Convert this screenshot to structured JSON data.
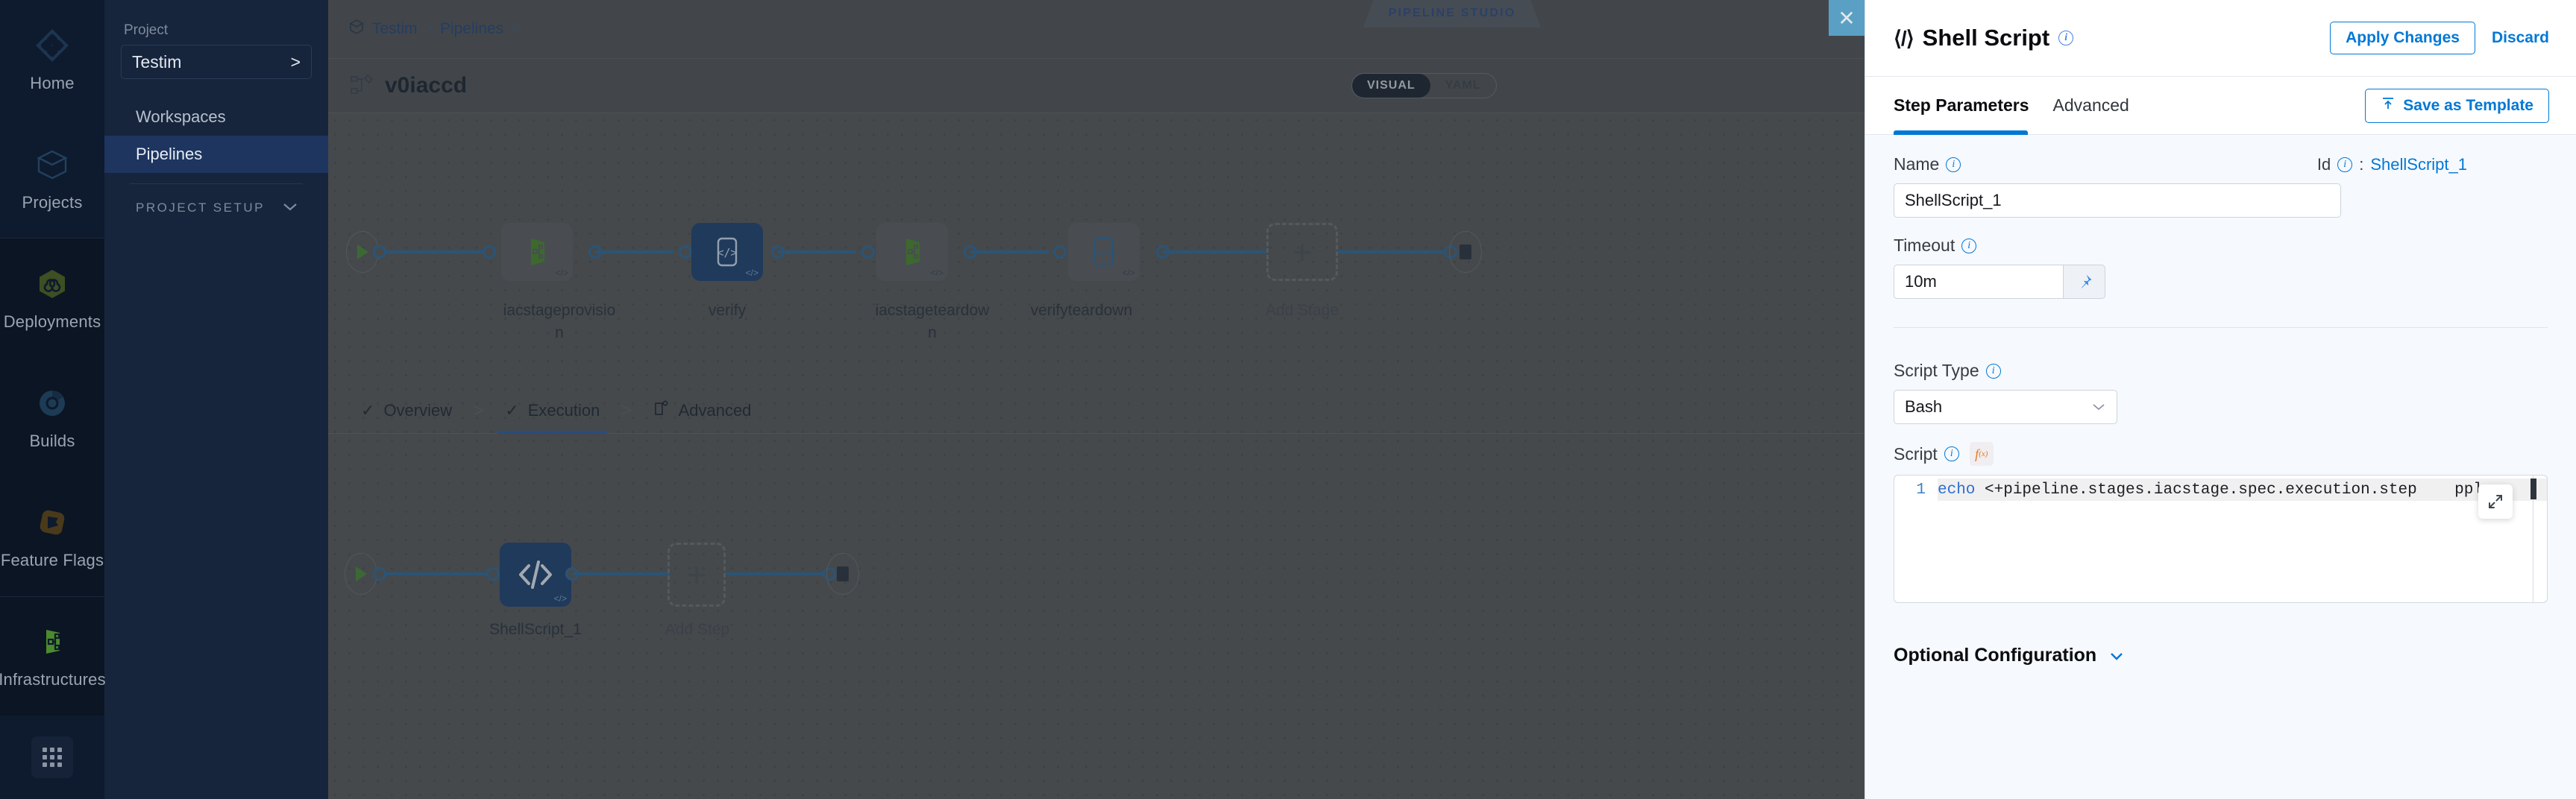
{
  "rail": {
    "items": [
      {
        "label": "Home",
        "icon": "home-diamond-icon"
      },
      {
        "label": "Projects",
        "icon": "projects-box-icon"
      },
      {
        "label": "Deployments",
        "icon": "deployments-infinity-icon"
      },
      {
        "label": "Builds",
        "icon": "builds-gear-icon"
      },
      {
        "label": "Feature Flags",
        "icon": "feature-flags-icon"
      },
      {
        "label": "Infrastructures",
        "icon": "infrastructures-icon"
      }
    ],
    "apps_icon": "grid-apps-icon"
  },
  "project_sidebar": {
    "project_label": "Project",
    "project_name": "Testim",
    "chevron_icon": "chevron-right-icon",
    "nav": [
      {
        "label": "Workspaces",
        "active": false
      },
      {
        "label": "Pipelines",
        "active": true
      }
    ],
    "setup_label": "PROJECT SETUP",
    "setup_caret_icon": "chevron-down-icon"
  },
  "topbar": {
    "breadcrumb": [
      "Testim",
      "Pipelines"
    ],
    "breadcrumb_icon": "project-cube-icon",
    "studio_tag": "PIPELINE STUDIO"
  },
  "pipeline_header": {
    "icon": "pipeline-graph-icon",
    "name": "v0iaccd",
    "edit_icon": "pencil-icon",
    "view_modes": [
      {
        "label": "VISUAL",
        "active": true
      },
      {
        "label": "YAML",
        "active": false
      }
    ]
  },
  "stages": [
    {
      "label": "iacstageprovision",
      "selected": false,
      "icon": "infrastructure-stage-icon"
    },
    {
      "label": "verify",
      "selected": true,
      "icon": "custom-stage-icon"
    },
    {
      "label": "iacstageteardown",
      "selected": false,
      "icon": "infrastructure-stage-icon"
    },
    {
      "label": "verifyteardown",
      "selected": false,
      "icon": "custom-stage-icon"
    },
    {
      "label": "Add Stage",
      "selected": false,
      "icon": "plus-icon"
    }
  ],
  "stage_tabs": [
    {
      "label": "Overview",
      "active": false,
      "icon": "check-icon"
    },
    {
      "label": "Execution",
      "active": true,
      "icon": "check-icon"
    },
    {
      "label": "Advanced",
      "active": false,
      "icon": "advanced-gear-icon"
    }
  ],
  "steps": [
    {
      "label": "ShellScript_1",
      "selected": true,
      "icon": "code-brackets-icon"
    },
    {
      "label": "Add Step",
      "selected": false,
      "icon": "plus-icon"
    }
  ],
  "panel": {
    "close_icon": "close-icon",
    "title": "Shell Script",
    "title_icon": "code-brackets-icon",
    "title_info_icon": "info-icon",
    "apply_label": "Apply Changes",
    "discard_label": "Discard",
    "tabs": [
      {
        "label": "Step Parameters",
        "active": true
      },
      {
        "label": "Advanced",
        "active": false
      }
    ],
    "save_template_label": "Save as Template",
    "save_template_icon": "upload-template-icon",
    "form": {
      "name_label": "Name",
      "name_value": "ShellScript_1",
      "id_label": "Id",
      "id_separator": ":",
      "id_value": "ShellScript_1",
      "timeout_label": "Timeout",
      "timeout_value": "10m",
      "pin_icon": "pin-icon",
      "script_type_label": "Script Type",
      "script_type_value": "Bash",
      "script_type_caret_icon": "chevron-down-icon",
      "script_label": "Script",
      "fx_icon": "fx-icon",
      "expand_icon": "expand-fullscreen-icon",
      "code_lines": [
        {
          "number": "1",
          "keyword": "echo",
          "rest": " <+pipeline.stages.iacstage.spec.execution.step    ppl"
        }
      ]
    },
    "optional_config_label": "Optional Configuration",
    "optional_config_caret_icon": "chevron-down-icon"
  },
  "colors": {
    "accent_blue": "#0278d5",
    "selected_node": "#1f4475",
    "panel_bg": "#f6f9fd",
    "rail_bg": "#0e1a2d",
    "sidebar_bg": "#16243c"
  }
}
